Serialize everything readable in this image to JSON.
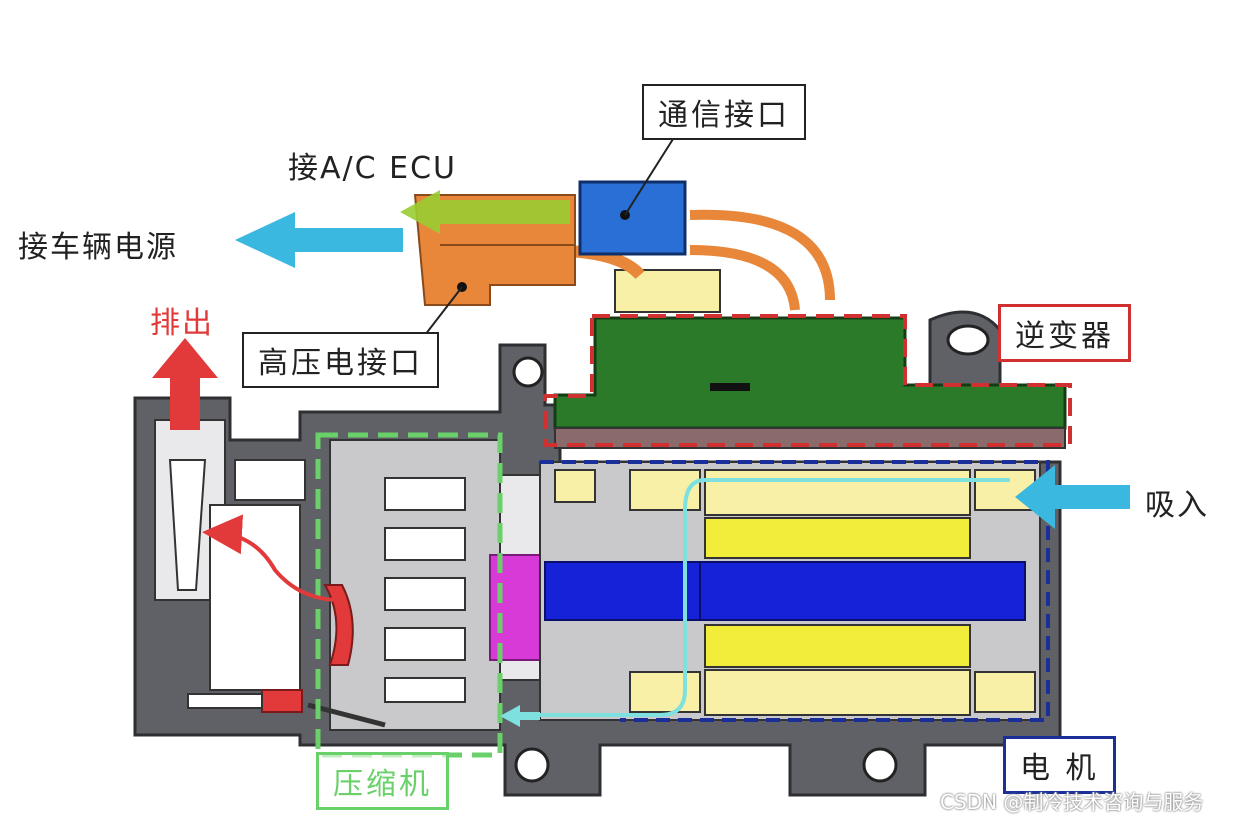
{
  "labels": {
    "comm_port": "通信接口",
    "ac_ecu": "接A/C  ECU",
    "vehicle_power": "接车辆电源",
    "discharge": "排出",
    "hv_port": "高压电接口",
    "inverter": "逆变器",
    "suction": "吸入",
    "motor": "电  机",
    "compressor": "压缩机"
  },
  "watermark": "CSDN @制冷技术咨询与服务",
  "colors": {
    "housing": "#5f6166",
    "housing_dark": "#3e4045",
    "inner": "#c9c9cc",
    "inverter_green": "#2a7a2a",
    "stator_yellow": "#f2ec3a",
    "shaft_blue": "#1522d8",
    "bearing_green": "#2fb32f",
    "magenta": "#d83ad8",
    "connector_orange": "#e8873a",
    "comm_blue": "#2a6fd6",
    "arrow_cyan": "#3ab8e0",
    "arrow_red": "#e23a3a",
    "arrow_green": "#9acd32",
    "inverter_box": "#d03030",
    "motor_box": "#1a2f9a",
    "compressor_box": "#6ad06a"
  }
}
